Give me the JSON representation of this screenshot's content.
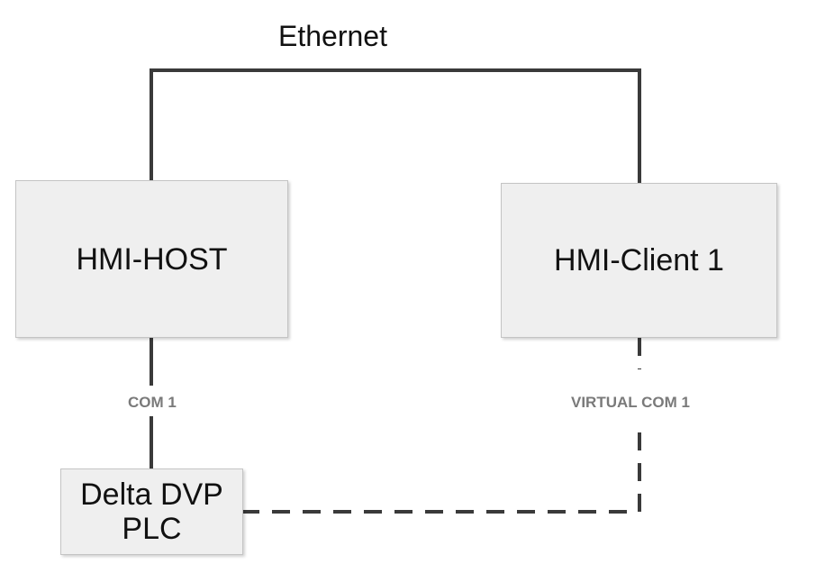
{
  "network": {
    "ethernet_label": "Ethernet"
  },
  "nodes": {
    "host": {
      "label": "HMI-HOST"
    },
    "client": {
      "label": "HMI-Client 1"
    },
    "plc": {
      "line1": "Delta DVP",
      "line2": "PLC"
    }
  },
  "links": {
    "host_plc": {
      "label": "COM 1",
      "style": "solid"
    },
    "client_plc": {
      "label": "VIRTUAL COM 1",
      "style": "dashed"
    },
    "host_client": {
      "style": "solid"
    }
  },
  "colors": {
    "line": "#3a3a3a",
    "box_fill": "#efefef",
    "box_border": "#c4c4c4",
    "com_label": "#7a7a7a",
    "text": "#111111"
  }
}
